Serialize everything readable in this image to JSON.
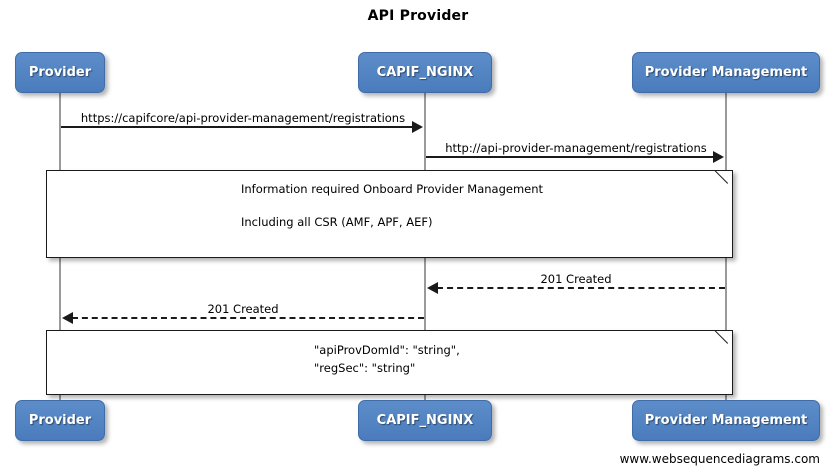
{
  "diagram": {
    "title": "API Provider",
    "footer": "www.websequencediagrams.com",
    "accent_color": "#5184c4",
    "line_color": "#1a1a1a",
    "lifeline_color": "#9a9a9a"
  },
  "participants": [
    {
      "id": "provider",
      "label": "Provider"
    },
    {
      "id": "capif_nginx",
      "label": "CAPIF_NGINX"
    },
    {
      "id": "provider_management",
      "label": "Provider Management"
    }
  ],
  "participants_bottom": [
    {
      "id": "provider-bottom",
      "label": "Provider"
    },
    {
      "id": "capif_nginx-bottom",
      "label": "CAPIF_NGINX"
    },
    {
      "id": "provider_management-bottom",
      "label": "Provider Management"
    }
  ],
  "messages": [
    {
      "id": "msg-1",
      "label": "https://capifcore/api-provider-management/registrations",
      "from": "Provider",
      "to": "CAPIF_NGINX",
      "style": "solid",
      "direction": "right"
    },
    {
      "id": "msg-2",
      "label": "http://api-provider-management/registrations",
      "from": "CAPIF_NGINX",
      "to": "Provider Management",
      "style": "solid",
      "direction": "right"
    },
    {
      "id": "msg-3",
      "label": "201 Created",
      "from": "Provider Management",
      "to": "CAPIF_NGINX",
      "style": "dashed",
      "direction": "left"
    },
    {
      "id": "msg-4",
      "label": "201 Created",
      "from": "CAPIF_NGINX",
      "to": "Provider",
      "style": "dashed",
      "direction": "left"
    }
  ],
  "notes": [
    {
      "id": "note-1",
      "line1": "Information required Onboard Provider Management",
      "line2": "Including all CSR (AMF, APF, AEF)"
    },
    {
      "id": "note-2",
      "line1": "\"apiProvDomId\": \"string\",",
      "line2": "\"regSec\": \"string\""
    }
  ]
}
